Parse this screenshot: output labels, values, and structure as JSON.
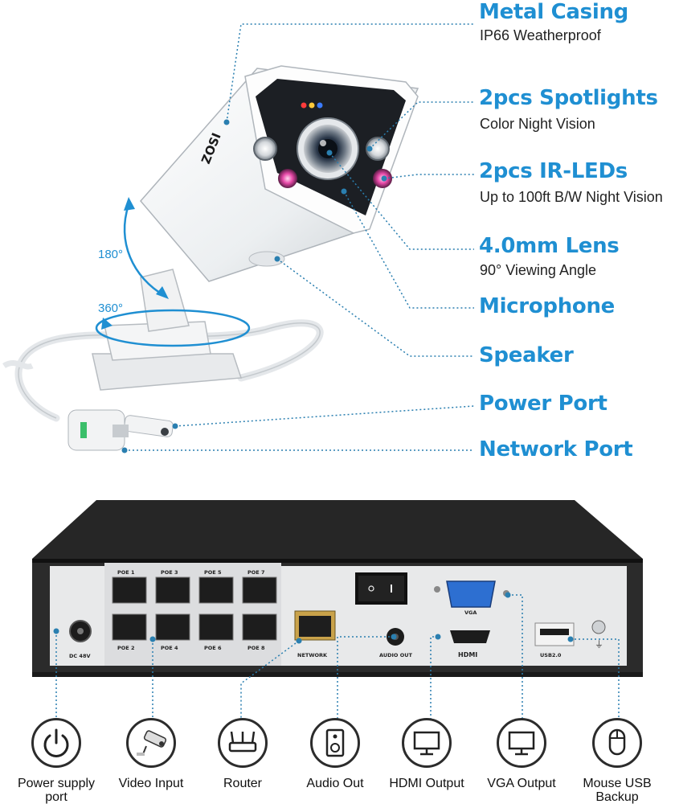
{
  "camera": {
    "brand": "ZOSI",
    "angle_tilt": "180°",
    "angle_pan": "360°"
  },
  "features": [
    {
      "title": "Metal Casing",
      "subtitle": "IP66 Weatherproof"
    },
    {
      "title": "2pcs Spotlights",
      "subtitle": "Color Night Vision"
    },
    {
      "title": "2pcs IR-LEDs",
      "subtitle": "Up to 100ft B/W Night Vision"
    },
    {
      "title": "4.0mm Lens",
      "subtitle": "90° Viewing Angle"
    },
    {
      "title": "Microphone",
      "subtitle": ""
    },
    {
      "title": "Speaker",
      "subtitle": ""
    },
    {
      "title": "Power Port",
      "subtitle": ""
    },
    {
      "title": "Network Port",
      "subtitle": ""
    }
  ],
  "nvr": {
    "dc_label": "DC 48V",
    "poe_top": [
      "POE 1",
      "POE 3",
      "POE 5",
      "POE 7"
    ],
    "poe_bottom": [
      "POE 2",
      "POE 4",
      "POE 6",
      "POE 8"
    ],
    "network_label": "NETWORK",
    "audio_label": "AUDIO OUT",
    "hdmi_label": "HDMI",
    "vga_label": "VGA",
    "usb_label": "USB2.0"
  },
  "bottom_icons": [
    {
      "label": "Power supply port",
      "icon": "power-icon"
    },
    {
      "label": "Video Input",
      "icon": "camera-icon"
    },
    {
      "label": "Router",
      "icon": "router-icon"
    },
    {
      "label": "Audio Out",
      "icon": "speaker-icon"
    },
    {
      "label": "HDMI Output",
      "icon": "monitor-icon"
    },
    {
      "label": "VGA Output",
      "icon": "monitor-icon"
    },
    {
      "label": "Mouse USB Backup",
      "icon": "mouse-icon"
    }
  ],
  "colors": {
    "accent": "#1f8fd2",
    "leader": "#2a7fb0",
    "nvr_case": "#2b2b2b",
    "panel": "#e8e9ea"
  }
}
